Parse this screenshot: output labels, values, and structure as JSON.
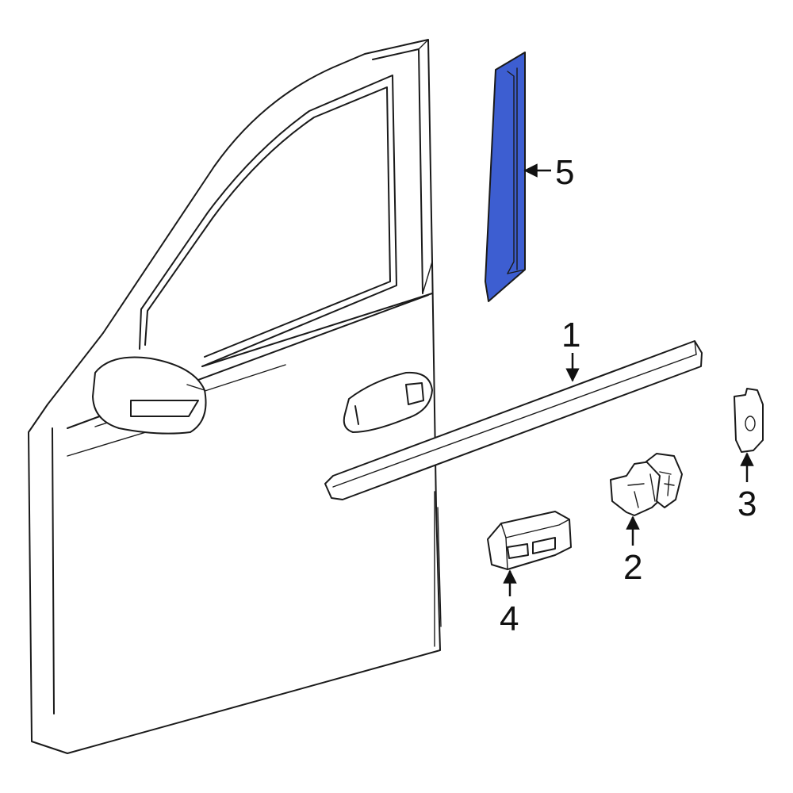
{
  "colors": {
    "highlight": "#3d5ed1",
    "outline": "#1a1a1a",
    "background": "#ffffff"
  },
  "callouts": [
    {
      "id": "1",
      "label": "1"
    },
    {
      "id": "2",
      "label": "2"
    },
    {
      "id": "3",
      "label": "3"
    },
    {
      "id": "4",
      "label": "4"
    },
    {
      "id": "5",
      "label": "5"
    }
  ]
}
